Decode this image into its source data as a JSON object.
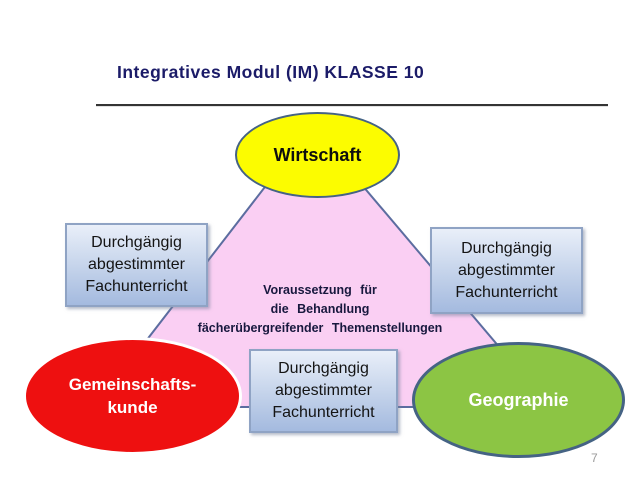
{
  "slide": {
    "title": "Integratives Modul (IM) KLASSE 10",
    "page_number": "7"
  },
  "caption": {
    "line1": "Voraussetzung für",
    "line2": "die Behandlung",
    "line3": "fächerübergreifender Themenstellungen"
  },
  "subjects": {
    "wirtschaft": {
      "label": "Wirtschaft",
      "fill": "#FCFC00"
    },
    "gemeinschaftskunde": {
      "line1": "Gemeinschafts-",
      "line2": "kunde",
      "fill": "#EE1010"
    },
    "geographie": {
      "label": "Geographie",
      "fill": "#8CC544"
    }
  },
  "link_box": {
    "line1": "Durchgängig",
    "line2": "abgestimmter",
    "line3": "Fachunterricht"
  },
  "triangle": {
    "fill": "#FACFF3",
    "stroke": "#5c6da0"
  },
  "colors": {
    "title_text": "#1b1b68",
    "caption_text": "#18183e",
    "ellipse_border": "#456384",
    "red_ellipse_border": "#ffffff",
    "box_border": "#8fa3c4",
    "box_gradient_top": "#e9eff9",
    "box_gradient_bottom": "#a4badf",
    "underline": "#343434",
    "page_number_text": "#9a9a9a"
  }
}
